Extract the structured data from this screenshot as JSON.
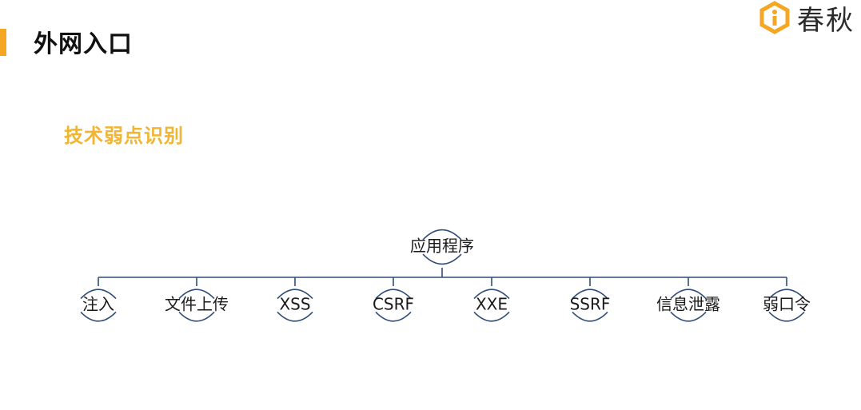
{
  "title": "外网入口",
  "logo": {
    "text": "春秋",
    "accent_color": "#f5a623"
  },
  "subtitle": "技术弱点识别",
  "tree": {
    "root": "应用程序",
    "children": [
      "注入",
      "文件上传",
      "XSS",
      "CSRF",
      "XXE",
      "SSRF",
      "信息泄露",
      "弱口令"
    ]
  },
  "colors": {
    "title_accent": "#f5a623",
    "subtitle": "#f2b533",
    "connector": "#2f4d77"
  }
}
